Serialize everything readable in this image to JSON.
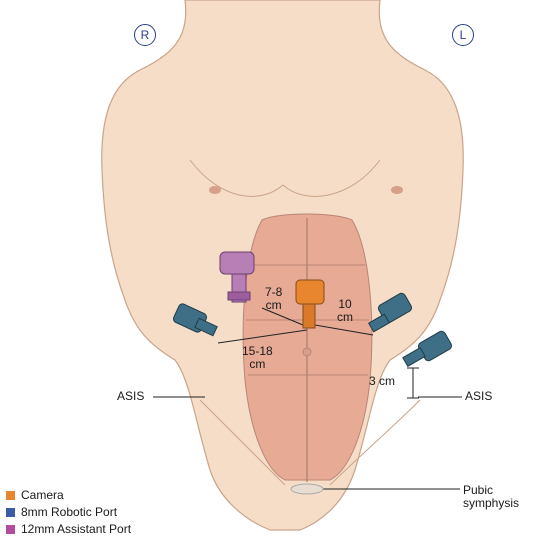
{
  "orientation": {
    "right": "R",
    "left": "L"
  },
  "distances": {
    "camera_to_assistant": [
      "7-8",
      "cm"
    ],
    "camera_to_robotic": [
      "10",
      "cm"
    ],
    "robotic_span": [
      "15-18",
      "cm"
    ],
    "asis_gap": "3 cm"
  },
  "landmarks": {
    "asis_right": "ASIS",
    "asis_left": "ASIS",
    "pubic": [
      "Pubic",
      "symphysis"
    ]
  },
  "legend": [
    {
      "label": "Camera",
      "color": "#e8852f"
    },
    {
      "label": "8mm Robotic Port",
      "color": "#3b5ba8"
    },
    {
      "label": "12mm Assistant Port",
      "color": "#b04d9c"
    }
  ],
  "colors": {
    "skin": "#f6ddc8",
    "skin_outline": "#c9a48a",
    "muscle": "#e6aa95",
    "camera": "#e8852f",
    "robotic": "#3f6f86",
    "assistant": "#b77fb6"
  }
}
